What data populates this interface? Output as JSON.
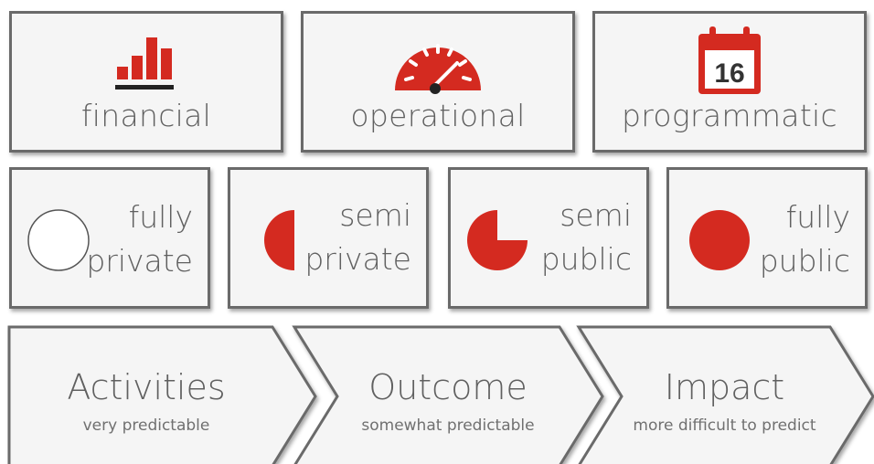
{
  "colors": {
    "accent": "#d42a20",
    "border": "#6a6a6a",
    "text": "#606060",
    "box_bg": "#f5f5f5"
  },
  "categories": [
    {
      "label": "financial",
      "icon": "bar-chart-icon"
    },
    {
      "label": "operational",
      "icon": "speedometer-icon"
    },
    {
      "label": "programmatic",
      "icon": "calendar-icon",
      "icon_text": "16"
    }
  ],
  "levels": [
    {
      "line1": "fully",
      "line2": "private",
      "icon": "empty-circle-icon",
      "fill_fraction": 0.0
    },
    {
      "line1": "semi",
      "line2": "private",
      "icon": "half-circle-icon",
      "fill_fraction": 0.5
    },
    {
      "line1": "semi",
      "line2": "public",
      "icon": "three-quarter-circle-icon",
      "fill_fraction": 0.75
    },
    {
      "line1": "fully",
      "line2": "public",
      "icon": "full-circle-icon",
      "fill_fraction": 1.0
    }
  ],
  "stages": [
    {
      "title": "Activities",
      "subtitle": "very predictable"
    },
    {
      "title": "Outcome",
      "subtitle": "somewhat predictable"
    },
    {
      "title": "Impact",
      "subtitle": "more difficult to predict"
    }
  ]
}
